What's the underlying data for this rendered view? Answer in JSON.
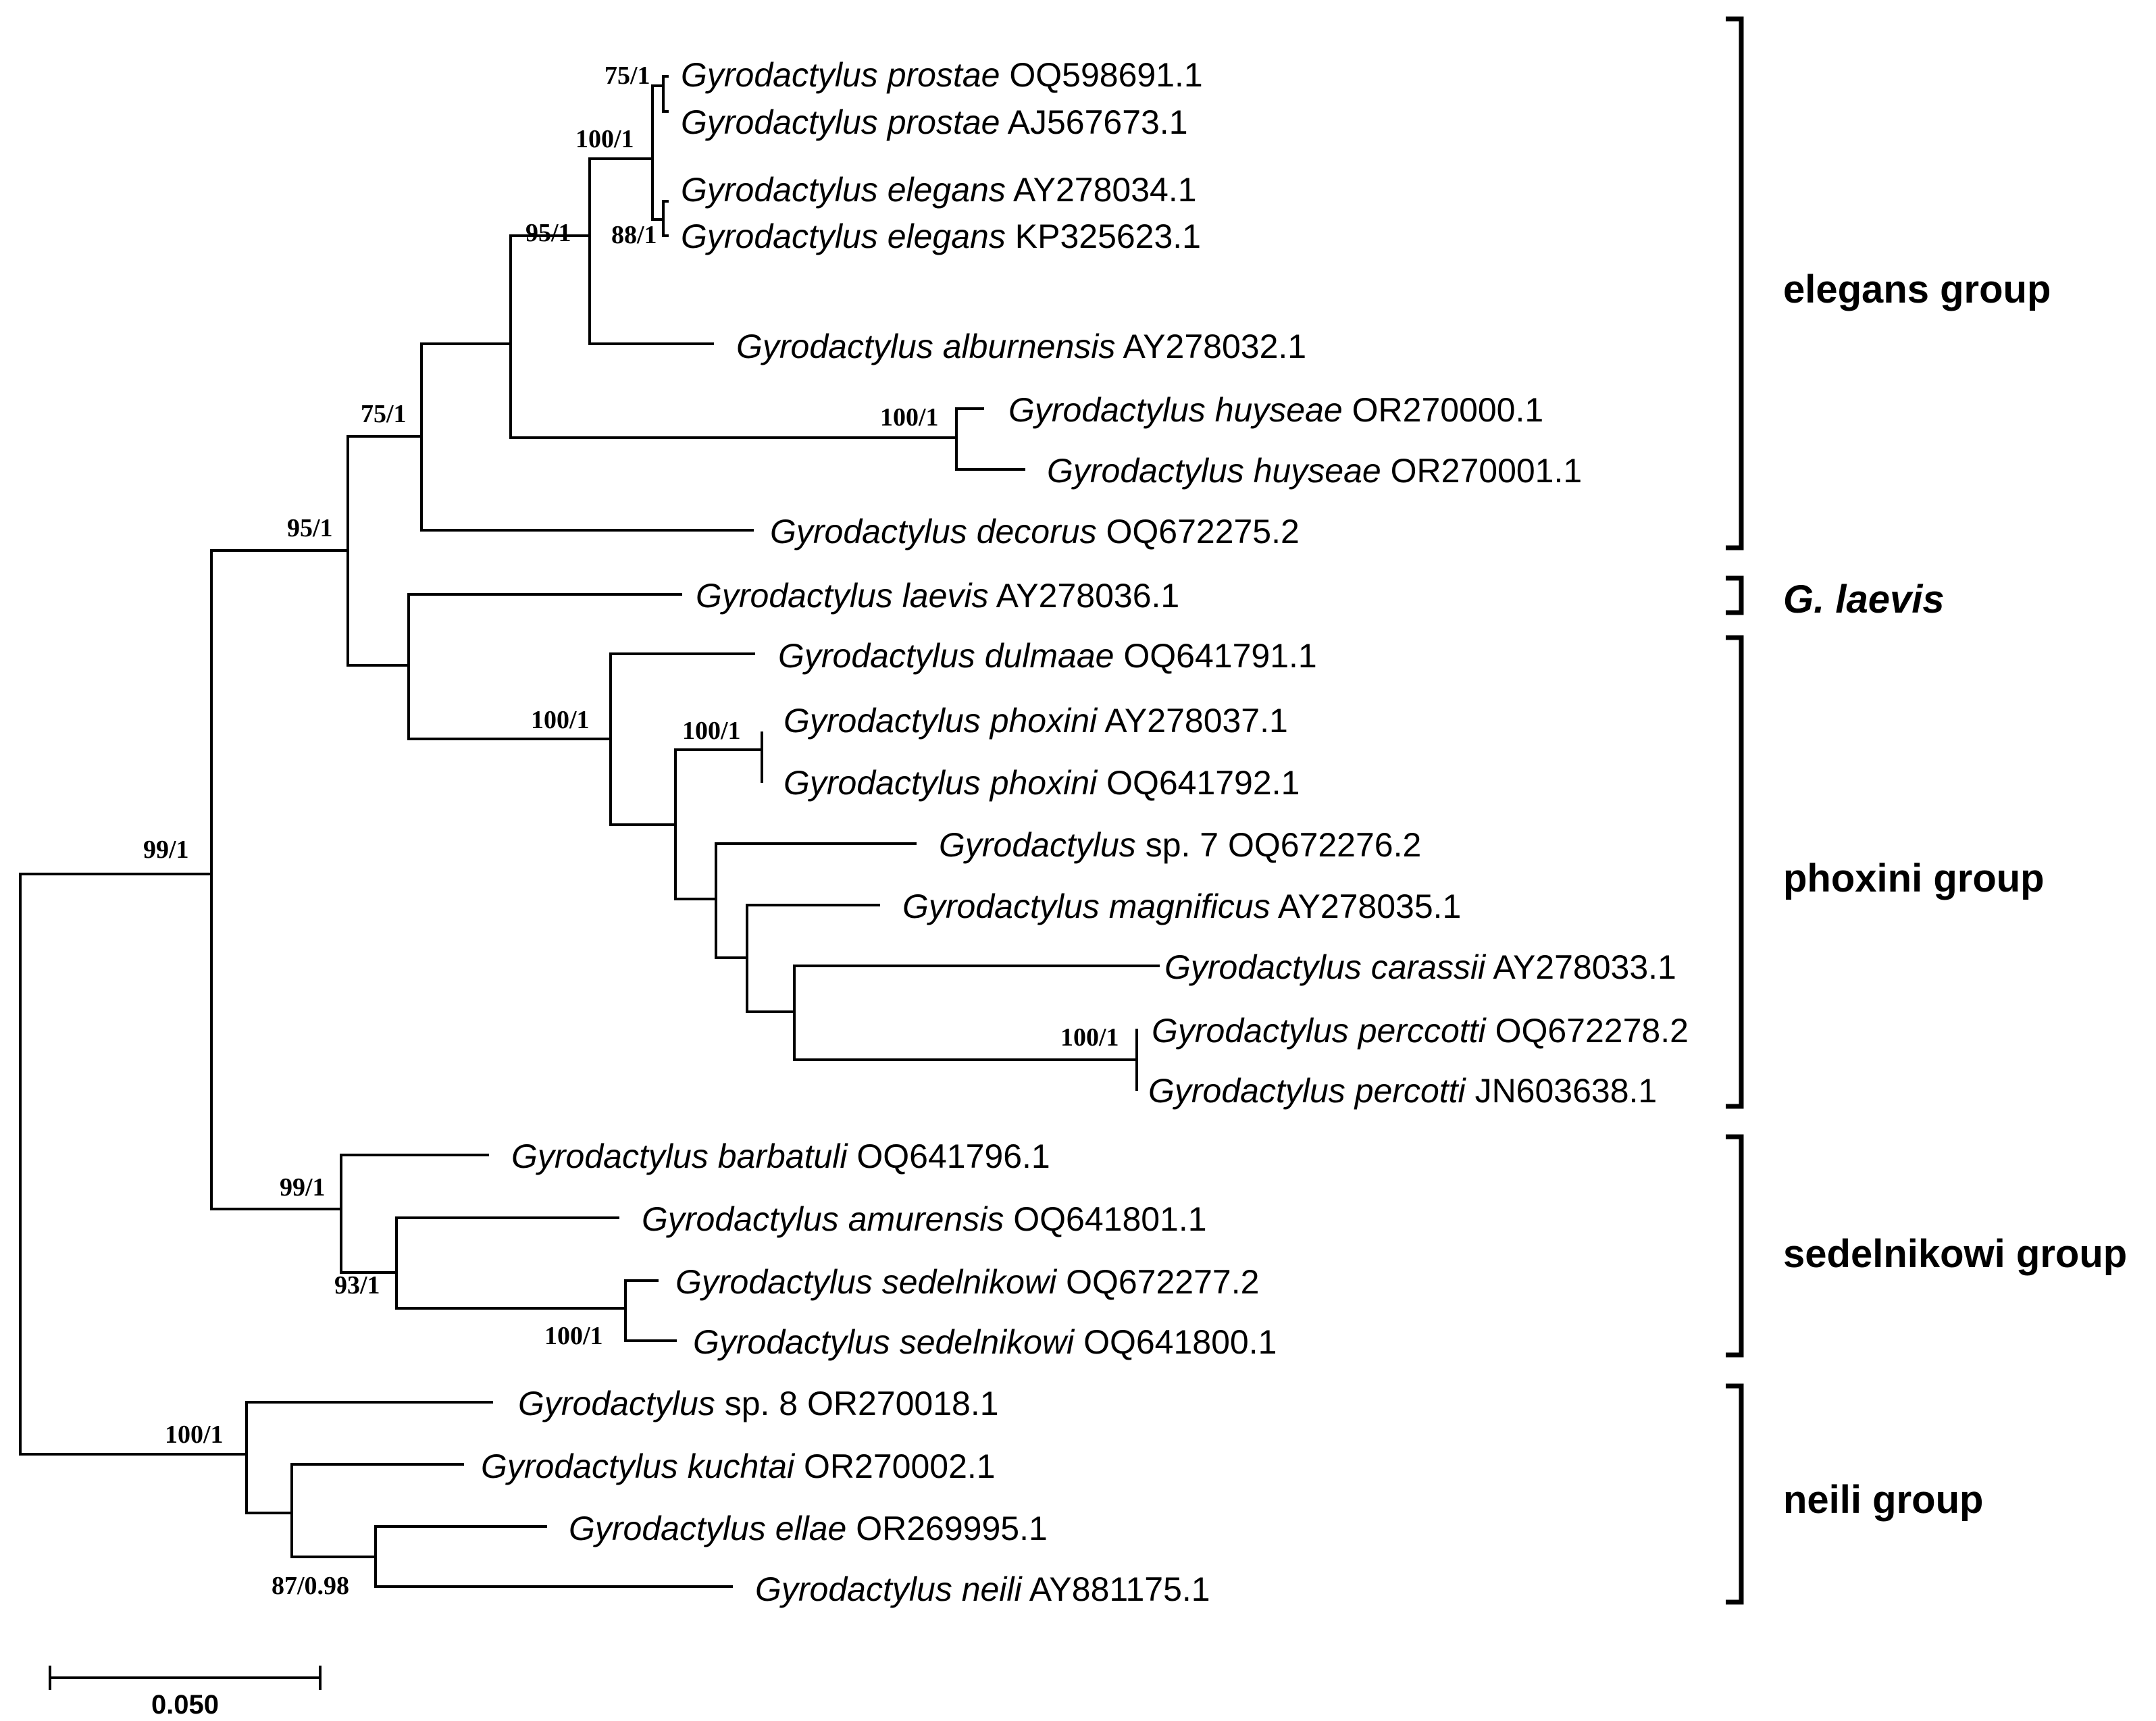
{
  "taxa": [
    {
      "genus": "Gyrodactylus",
      "epithet": "prostae",
      "accession": "OQ598691.1"
    },
    {
      "genus": "Gyrodactylus",
      "epithet": "prostae",
      "accession": "AJ567673.1"
    },
    {
      "genus": "Gyrodactylus",
      "epithet": "elegans",
      "accession": "AY278034.1"
    },
    {
      "genus": "Gyrodactylus",
      "epithet": "elegans",
      "accession": "KP325623.1"
    },
    {
      "genus": "Gyrodactylus",
      "epithet": "alburnensis",
      "accession": "AY278032.1"
    },
    {
      "genus": "Gyrodactylus",
      "epithet": "huyseae",
      "accession": "OR270000.1"
    },
    {
      "genus": "Gyrodactylus",
      "epithet": "huyseae",
      "accession": "OR270001.1"
    },
    {
      "genus": "Gyrodactylus",
      "epithet": "decorus",
      "accession": "OQ672275.2"
    },
    {
      "genus": "Gyrodactylus",
      "epithet": "laevis",
      "accession": "AY278036.1"
    },
    {
      "genus": "Gyrodactylus",
      "epithet": "dulmaae",
      "accession": "OQ641791.1"
    },
    {
      "genus": "Gyrodactylus",
      "epithet": "phoxini",
      "accession": "AY278037.1"
    },
    {
      "genus": "Gyrodactylus",
      "epithet": "phoxini",
      "accession": "OQ641792.1"
    },
    {
      "genus": "Gyrodactylus",
      "epithet": "",
      "accession": "sp. 7 OQ672276.2"
    },
    {
      "genus": "Gyrodactylus",
      "epithet": "magnificus",
      "accession": "AY278035.1"
    },
    {
      "genus": "Gyrodactylus",
      "epithet": "carassii",
      "accession": "AY278033.1"
    },
    {
      "genus": "Gyrodactylus",
      "epithet": "perccotti",
      "accession": "OQ672278.2"
    },
    {
      "genus": "Gyrodactylus",
      "epithet": "percotti",
      "accession": "JN603638.1"
    },
    {
      "genus": "Gyrodactylus",
      "epithet": "barbatuli",
      "accession": "OQ641796.1"
    },
    {
      "genus": "Gyrodactylus",
      "epithet": "amurensis",
      "accession": "OQ641801.1"
    },
    {
      "genus": "Gyrodactylus",
      "epithet": "sedelnikowi",
      "accession": "OQ672277.2"
    },
    {
      "genus": "Gyrodactylus",
      "epithet": "sedelnikowi",
      "accession": "OQ641800.1"
    },
    {
      "genus": "Gyrodactylus",
      "epithet": "",
      "accession": "sp. 8 OR270018.1"
    },
    {
      "genus": "Gyrodactylus",
      "epithet": "kuchtai",
      "accession": "OR270002.1"
    },
    {
      "genus": "Gyrodactylus",
      "epithet": "ellae",
      "accession": "OR269995.1"
    },
    {
      "genus": "Gyrodactylus",
      "epithet": "neili",
      "accession": "AY881175.1"
    }
  ],
  "support_values": [
    "75/1",
    "100/1",
    "88/1",
    "95/1",
    "100/1",
    "75/1",
    "95/1",
    "100/1",
    "100/1",
    "100/1",
    "99/1",
    "93/1",
    "100/1",
    "99/1",
    "100/1",
    "87/0.98"
  ],
  "groups": [
    {
      "label": "elegans group",
      "italic": false
    },
    {
      "label": "G. laevis",
      "italic": true
    },
    {
      "label": "phoxini group",
      "italic": false
    },
    {
      "label": "sedelnikowi group",
      "italic": false
    },
    {
      "label": "neili group",
      "italic": false
    }
  ],
  "scale_bar": {
    "label": "0.050",
    "value": 0.05
  }
}
